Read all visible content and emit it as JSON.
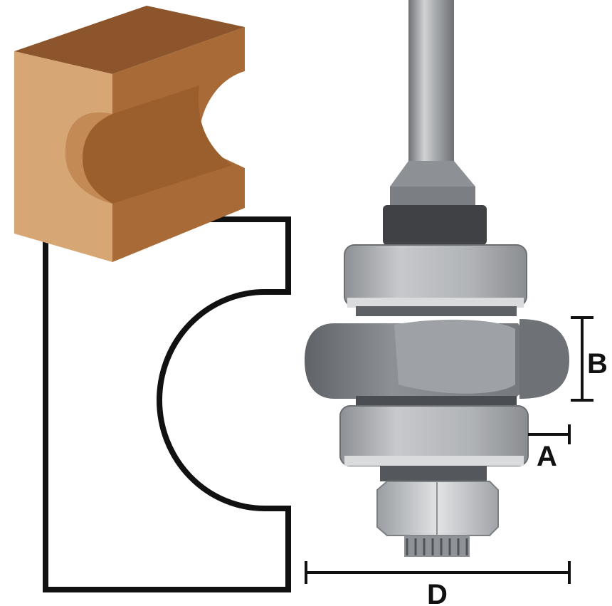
{
  "colors": {
    "background": "#ffffff",
    "outline": "#111111",
    "wood_top": "#8c552b",
    "wood_front": "#d6a675",
    "wood_side": "#a86a36",
    "steel_light": "#bcbec1",
    "steel_mid": "#8f9296",
    "steel_dark": "#5d6064",
    "collar_dark": "#3f4145"
  },
  "icons": {
    "profile_block": "wood-block-icon",
    "router_bit": "router-bit-icon"
  },
  "dimensions": {
    "a": "A",
    "b": "B",
    "d": "D"
  }
}
